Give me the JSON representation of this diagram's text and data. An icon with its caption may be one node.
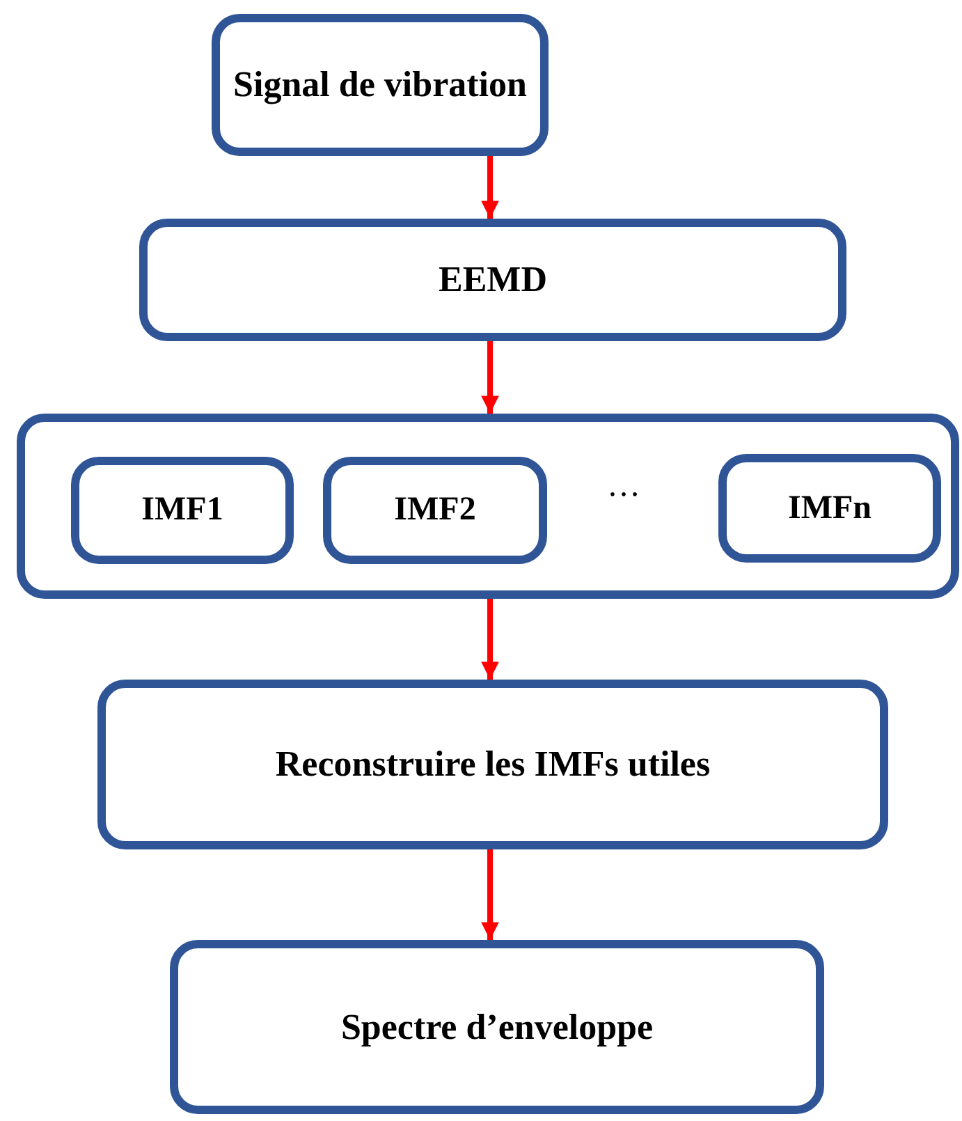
{
  "diagram": {
    "nodes": [
      {
        "text": [
          "Signal de vibration"
        ]
      },
      {
        "text": [
          "EEMD"
        ]
      },
      {
        "text": [],
        "shape": "box"
      },
      {
        "text": [
          "IMF1"
        ],
        "in": 2
      },
      {
        "text": [
          "IMF2"
        ],
        "in": 2
      },
      {
        "text": [
          "IMFn"
        ],
        "in": 2
      },
      {
        "text": [
          "Reconstruire les IMFs utiles"
        ]
      },
      {
        "text": [
          "Spectre d’enveloppe"
        ]
      }
    ],
    "edges": [
      {
        "from": 0,
        "to": 1,
        "arrow": "to"
      },
      {
        "from": 1,
        "to": 2,
        "arrow": "to"
      },
      {
        "from": 2,
        "to": 6,
        "arrow": "to"
      },
      {
        "from": 6,
        "to": 7,
        "arrow": "to"
      }
    ],
    "labels": [
      "…"
    ]
  }
}
